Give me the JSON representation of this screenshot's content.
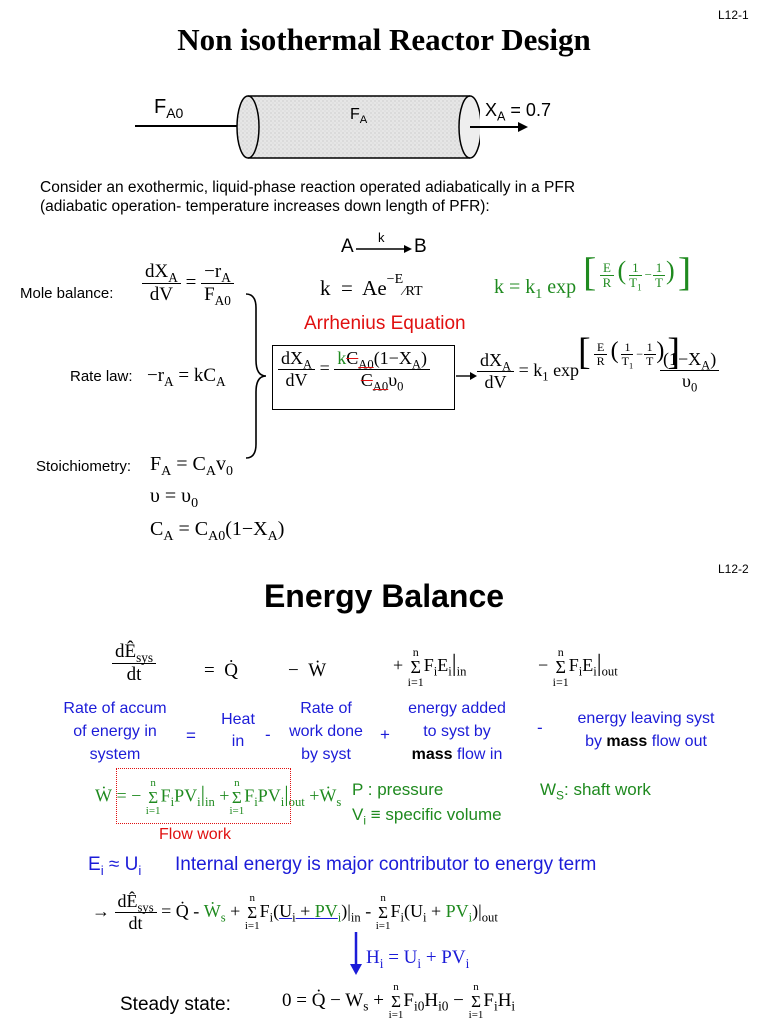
{
  "page1": {
    "label": "L12-1",
    "title": "Non isothermal Reactor Design",
    "reactor": {
      "inlet": "F",
      "inlet_sub": "A0",
      "inside": "F",
      "inside_sub": "A",
      "outlet": "X",
      "outlet_sub": "A",
      "outlet_val": " = 0.7"
    },
    "intro": [
      "Consider an exothermic, liquid-phase reaction operated adiabatically in a PFR",
      "(adiabatic operation- temperature increases down length of PFR):"
    ],
    "reaction": {
      "lhs": "A",
      "k": "k",
      "rhs": "B"
    },
    "mole_balance_label": "Mole balance:",
    "rate_law_label": "Rate law:",
    "stoich_label": "Stoichiometry:",
    "arrhenius_label": "Arrhenius Equation",
    "nu_eq": "υ = υ",
    "nu_sub": "0"
  },
  "page2": {
    "label": "L12-2",
    "title": "Energy Balance",
    "desc": {
      "accum": [
        "Rate of accum",
        "of energy in",
        "system"
      ],
      "eq": "=",
      "heat": [
        "Heat",
        "in"
      ],
      "minus1": "-",
      "work": [
        "Rate of",
        "work done",
        "by syst"
      ],
      "plus": "+",
      "added": [
        "energy added",
        "to syst by",
        "mass flow in"
      ],
      "minus2": "-",
      "leaving": [
        "energy leaving syst",
        "by mass flow out"
      ]
    },
    "flow_work_label": "Flow work",
    "pressure_text": "P : pressure",
    "specific_volume_text": "specific volume",
    "shaft_work_text": "shaft work",
    "internal_energy_text": "Internal energy is major contributor to energy term",
    "steady_state_label": "Steady state:"
  }
}
